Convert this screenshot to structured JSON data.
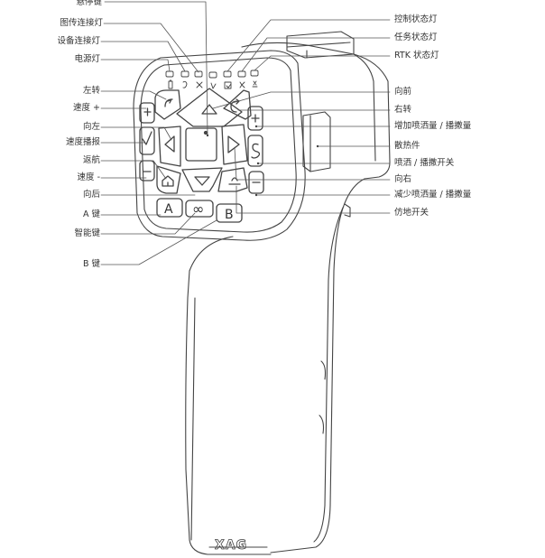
{
  "labels_left": [
    "悬停键",
    "图传连接灯",
    "设备连接灯",
    "电源灯",
    "左转",
    "速度 +",
    "向左",
    "速度播报",
    "返航",
    "速度 -",
    "向后",
    "A 键",
    "智能键",
    "B 键"
  ],
  "labels_right": [
    "控制状态灯",
    "任务状态灯",
    "RTK 状态灯",
    "向前",
    "右转",
    "增加喷洒量 / 播撒量",
    "散热件",
    "喷洒 / 播撒开关",
    "向右",
    "减少喷洒量 / 播撒量",
    "仿地开关"
  ],
  "keys": {
    "a": "A",
    "b": "B",
    "smart": "∞"
  },
  "brand": "XAG"
}
